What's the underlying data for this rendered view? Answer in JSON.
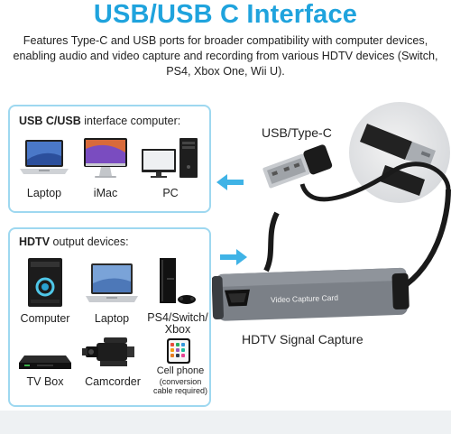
{
  "header": {
    "title": "USB/USB C Interface",
    "description": "Features Type-C and USB ports for broader compatibility with computer devices, enabling audio and video capture and recording from various HDTV devices (Switch, PS4, Xbox One, Wii U)."
  },
  "usb_panel": {
    "title_bold": "USB C/USB",
    "title_rest": " interface computer:",
    "devices": [
      "Laptop",
      "iMac",
      "PC"
    ]
  },
  "hdtv_panel": {
    "title_bold": "HDTV",
    "title_rest": " output devices:",
    "devices": [
      "Computer",
      "Laptop",
      "PS4/Switch/\nXbox",
      "TV Box",
      "Camcorder",
      "Cell phone"
    ],
    "cellphone_note": "(conversion\ncable required)"
  },
  "labels": {
    "connector": "USB/Type-C",
    "capture": "HDTV Signal Capture",
    "device_text": "Video Capture Card"
  },
  "colors": {
    "accent": "#1fa3dd",
    "panel_border": "#9ed8f0",
    "arrow": "#3fb3e6",
    "device_body": "#7b8087"
  },
  "icons": [
    "laptop-icon",
    "imac-icon",
    "pc-tower-icon",
    "gaming-pc-icon",
    "ps4-icon",
    "tv-box-icon",
    "camcorder-icon",
    "cell-phone-icon",
    "usb-c-connector-photo"
  ]
}
